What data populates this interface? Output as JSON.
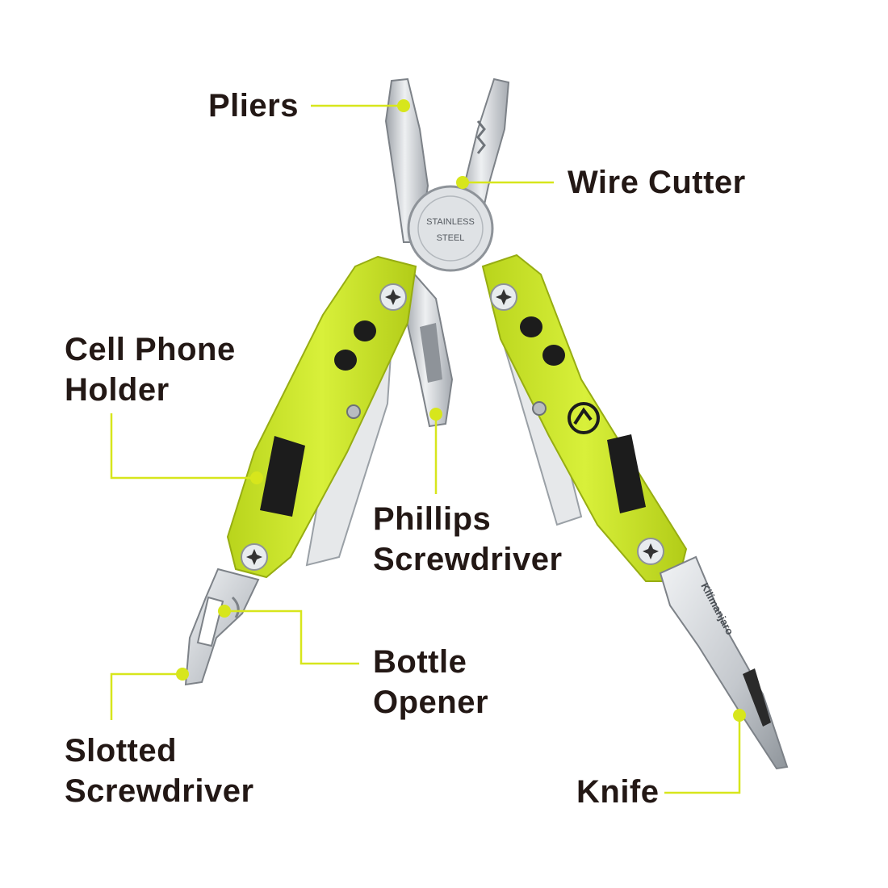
{
  "labels": {
    "pliers": {
      "lines": [
        "Pliers"
      ]
    },
    "wire_cutter": {
      "lines": [
        "Wire Cutter"
      ]
    },
    "cell_phone_holder": {
      "lines": [
        "Cell Phone",
        "Holder"
      ]
    },
    "phillips_screwdriver": {
      "lines": [
        "Phillips",
        "Screwdriver"
      ]
    },
    "bottle_opener": {
      "lines": [
        "Bottle",
        "Opener"
      ]
    },
    "slotted_screwdriver": {
      "lines": [
        "Slotted",
        "Screwdriver"
      ]
    },
    "knife": {
      "lines": [
        "Knife"
      ]
    }
  },
  "product": {
    "pivot_stamp_top": "STAINLESS",
    "pivot_stamp_bottom": "STEEL",
    "blade_brand": "Kilimanjaro"
  },
  "colors": {
    "handle": "#cde82a",
    "handle_shade": "#b6d11a",
    "leader": "#d7e61c",
    "text": "#231815",
    "steel": "#c9ccd0",
    "steel_dark": "#8e9399",
    "black_part": "#1c1c1c"
  }
}
